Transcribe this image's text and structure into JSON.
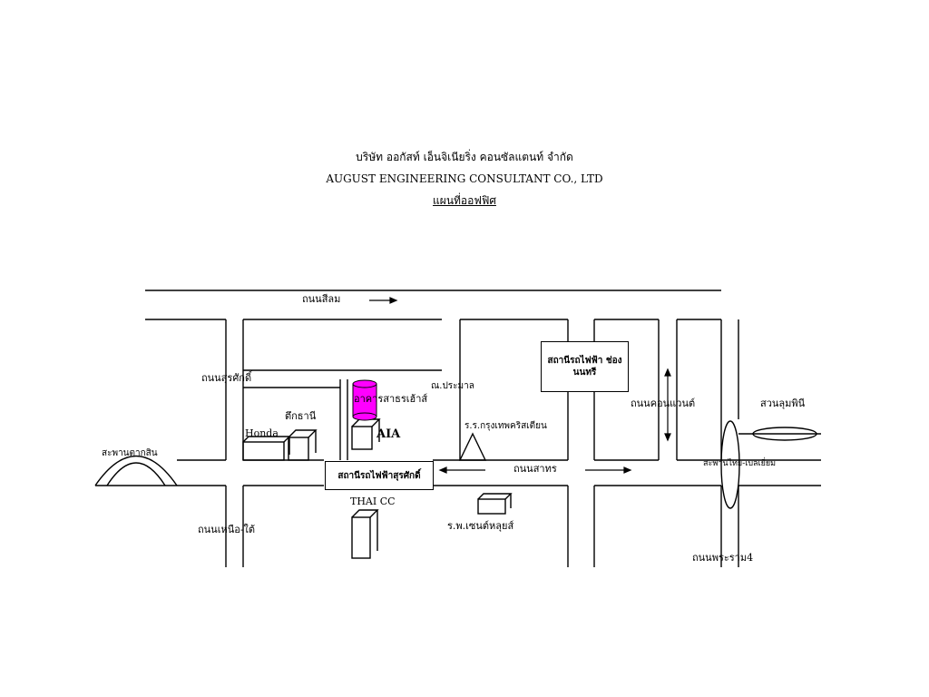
{
  "header": {
    "company_th": "บริษัท ออกัสท์ เอ็นจิเนียริ่ง คอนซัลแตนท์ จำกัด",
    "company_en": "AUGUST ENGINEERING CONSULTANT CO., LTD",
    "subtitle": "แผนที่ออฟฟิศ"
  },
  "roads": {
    "silom": "ถนนสีลม",
    "surasak": "ถนนสุรศักดิ์",
    "sathorn": "ถนนสาทร",
    "nuea_tai": "ถนนเหนือ-ใต้",
    "convent": "ถนนคอนแวนต์",
    "rama4": "ถนนพระราม4"
  },
  "places": {
    "bridge": "สะพานตากสิน",
    "honda": "Honda",
    "tuk_thani": "ตึกธานี",
    "ais_building": "อาคารสาธรเฮ้าส์",
    "ais_parking": "ณ.ประมาล",
    "aia": "AIA",
    "assumption_school": "ร.ร.กรุงเทพคริสเตียน",
    "thai_cc": "THAI CC",
    "st_louis": "ร.พ.เซนต์หลุยส์",
    "lumpini": "สวนลุมพินี",
    "flyover": "สะพานไทย-เบลเยี่ยม"
  },
  "stations": {
    "chong_nonsi": "สถานีรถไฟฟ้า ช่องนนทรี",
    "surasak": "สถานีรถไฟฟ้าสุรศักดิ์"
  },
  "colors": {
    "ais_building": "#ff00ff",
    "line": "#000000"
  }
}
